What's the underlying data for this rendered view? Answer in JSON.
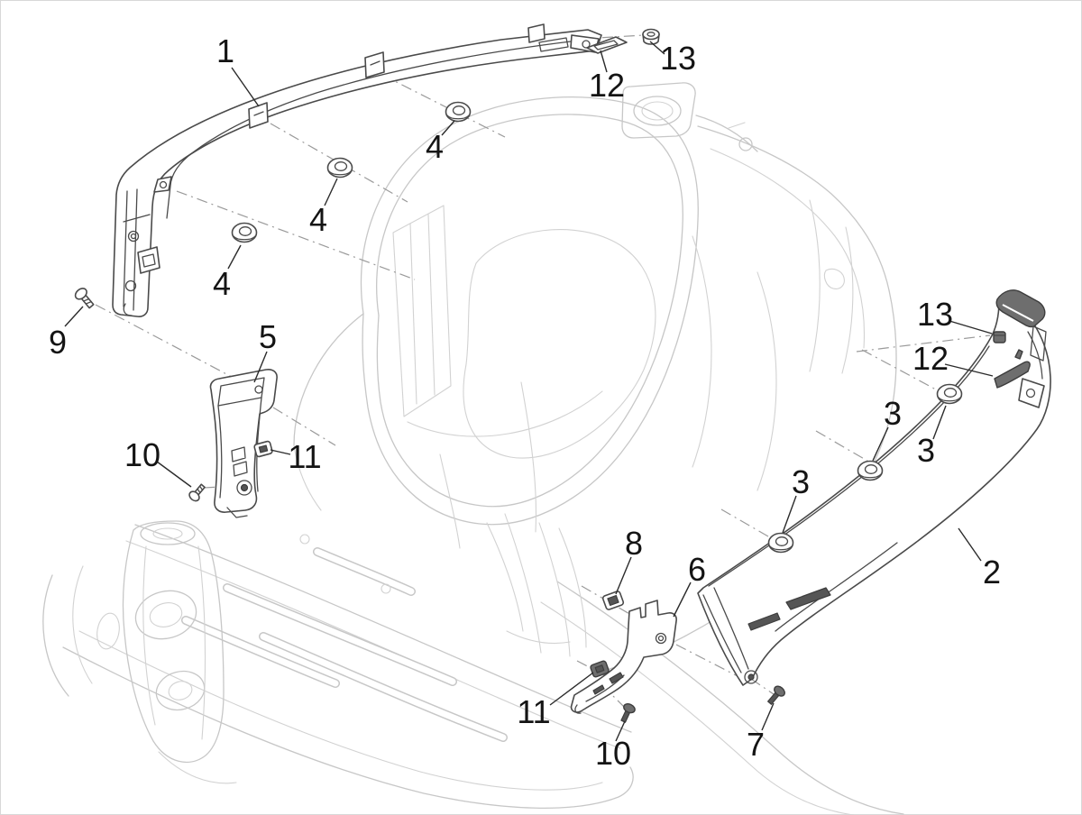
{
  "page": {
    "background": "#ffffff",
    "frame_border": "#d8d8d8"
  },
  "diagram": {
    "kind": "exploded-parts-diagram",
    "style": {
      "body_line": "#c7c7c7",
      "part_line": "#4a4a4a",
      "dark_part_fill": "#6e6e6e",
      "center_line": "#9a9a9a",
      "leader_line": "#2b2b2b",
      "label_text": "#141414"
    },
    "callouts": [
      {
        "id": "c1",
        "label": "1"
      },
      {
        "id": "c12-top",
        "label": "12"
      },
      {
        "id": "c13-top",
        "label": "13"
      },
      {
        "id": "c4-a",
        "label": "4"
      },
      {
        "id": "c4-b",
        "label": "4"
      },
      {
        "id": "c4-c",
        "label": "4"
      },
      {
        "id": "c9",
        "label": "9"
      },
      {
        "id": "c5",
        "label": "5"
      },
      {
        "id": "c10-left",
        "label": "10"
      },
      {
        "id": "c11-left",
        "label": "11"
      },
      {
        "id": "c8",
        "label": "8"
      },
      {
        "id": "c6",
        "label": "6"
      },
      {
        "id": "c11-bottom",
        "label": "11"
      },
      {
        "id": "c10-bottom",
        "label": "10"
      },
      {
        "id": "c7",
        "label": "7"
      },
      {
        "id": "c2",
        "label": "2"
      },
      {
        "id": "c13-right",
        "label": "13"
      },
      {
        "id": "c12-right",
        "label": "12"
      },
      {
        "id": "c3-a",
        "label": "3"
      },
      {
        "id": "c3-b",
        "label": "3"
      },
      {
        "id": "c3-c",
        "label": "3"
      }
    ]
  }
}
